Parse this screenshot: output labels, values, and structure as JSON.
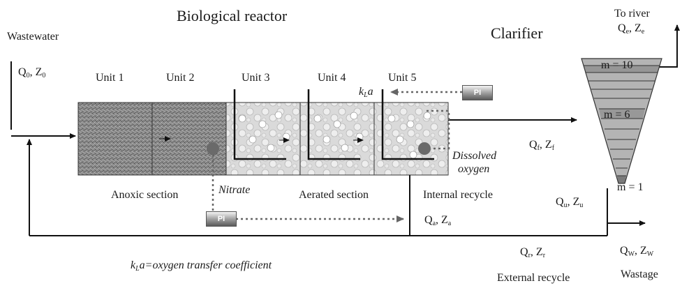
{
  "title": "Biological reactor",
  "clarifier": "Clarifier",
  "to_river": "To river",
  "wastewater": "Wastewater",
  "units": [
    "Unit 1",
    "Unit 2",
    "Unit 3",
    "Unit 4",
    "Unit 5"
  ],
  "kla_label": "a",
  "controller_label": "PI",
  "sections": {
    "anoxic": "Anoxic section",
    "aerated": "Aerated section"
  },
  "nitrate": "Nitrate",
  "dissolved": "Dissolved",
  "oxygen": "oxygen",
  "internal_recycle": "Internal recycle",
  "external_recycle": "External recycle",
  "wastage": "Wastage",
  "layers": {
    "top": "m = 10",
    "middle": "m = 6",
    "bottom": "m = 1"
  },
  "legend": "a=oxygen transfer coefficient",
  "flows": {
    "q0": "Q",
    "q0_sub": "0",
    "z0": ", Z",
    "z0_sub": "0",
    "qe": "Q",
    "qe_sub": "e",
    "ze": ", Z",
    "ze_sub": "e",
    "qf": "Q",
    "qf_sub": "f",
    "zf": ", Z",
    "zf_sub": "f",
    "qu": "Q",
    "qu_sub": "u",
    "zu": ", Z",
    "zu_sub": "u",
    "qa": "Q",
    "qa_sub": "a",
    "za": ", Z",
    "za_sub": "a",
    "qr": "Q",
    "qr_sub": "r",
    "zr": ", Z",
    "zr_sub": "r",
    "qw": "Q",
    "qw_sub": "W",
    "zw": ", Z",
    "zw_sub": "W"
  }
}
